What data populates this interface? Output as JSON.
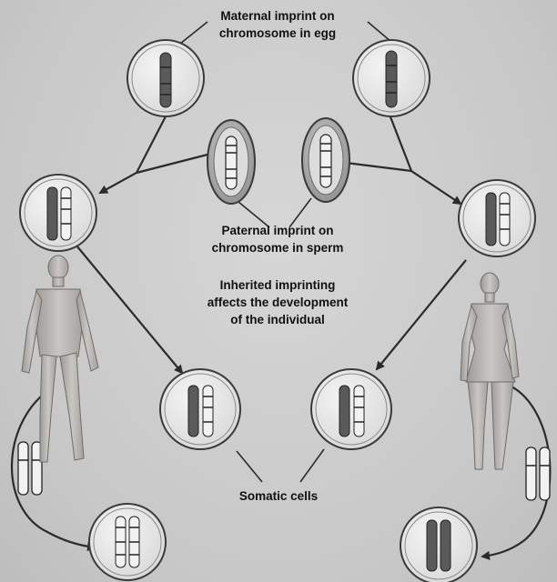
{
  "labels": {
    "maternal_line1": "Maternal imprint on",
    "maternal_line2": "chromosome in egg",
    "paternal_line1": "Paternal imprint on",
    "paternal_line2": "chromosome in sperm",
    "inherited_line1": "Inherited imprinting",
    "inherited_line2": "affects the development",
    "inherited_line3": "of the individual",
    "somatic": "Somatic cells"
  },
  "colors": {
    "background": "#cdcdcd",
    "cell_fill": "#e9e9e9",
    "cell_stroke": "#3a3a3a",
    "gamete_fill": "#9a9a9a",
    "maternal_chromosome": "#5a5a5a",
    "paternal_chromosome": "#f2f2f2",
    "figure": "#b9b6b3"
  }
}
